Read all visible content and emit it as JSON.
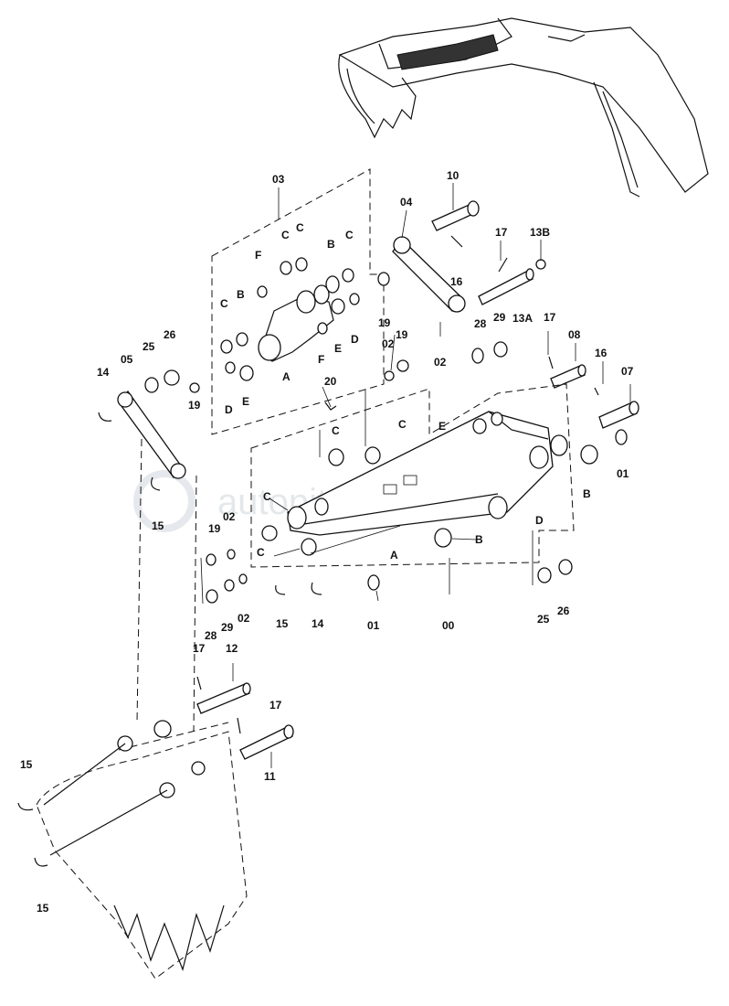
{
  "watermark": "autopiter.ru",
  "labels": {
    "l03": "03",
    "l04": "04",
    "l10": "10",
    "l17a": "17",
    "l13B": "13B",
    "l16a": "16",
    "l13A": "13A",
    "lC1": "C",
    "lC2": "C",
    "lC3": "C",
    "lB1": "B",
    "lF1": "F",
    "lC4": "C",
    "lB2": "B",
    "l26a": "26",
    "l25a": "25",
    "l05": "05",
    "l14a": "14",
    "lA1": "A",
    "lD1": "D",
    "lE1": "E",
    "lE2": "E",
    "lF2": "F",
    "lD2": "D",
    "l19a": "19",
    "l19b": "19",
    "l02a": "02",
    "l02b": "02",
    "l19c": "19",
    "l28a": "28",
    "l29a": "29",
    "l17b": "17",
    "l08": "08",
    "l16b": "16",
    "l07": "07",
    "l20": "20",
    "lC5": "C",
    "lC6": "C",
    "lE3": "E",
    "l01a": "01",
    "lB3": "B",
    "lC7": "C",
    "lD3": "D",
    "l15a": "15",
    "l19d": "19",
    "l02c": "02",
    "lC8": "C",
    "lA2": "A",
    "lB4": "B",
    "l28b": "28",
    "l29b": "29",
    "l02d": "02",
    "l15b": "15",
    "l14b": "14",
    "l01b": "01",
    "l00": "00",
    "l25b": "25",
    "l26b": "26",
    "l17c": "17",
    "l12": "12",
    "l17d": "17",
    "l11": "11",
    "l15c": "15",
    "l15d": "15"
  }
}
